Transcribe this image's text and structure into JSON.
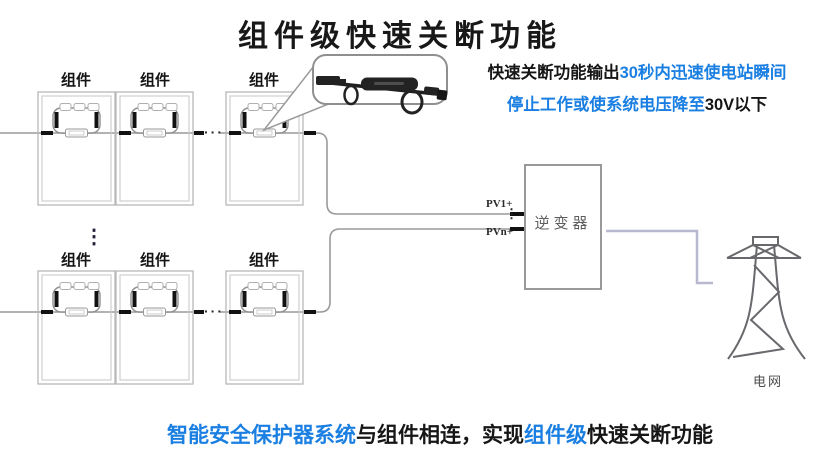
{
  "title": "组件级快速关断功能",
  "right_note": {
    "line1_black": "快速关断功能输出",
    "line1_blue": "30秒内迅速使电站瞬间",
    "line2_blue": "停止工作或使系统电压降至",
    "line2_black": "30V以下"
  },
  "bottom_note": {
    "part1_blue": "智能安全保护器系统",
    "part2_black": "与组件相连，实现",
    "part3_blue": "组件级",
    "part4_black": "快速关断功能"
  },
  "labels": {
    "module": "组件",
    "inverter": "逆变器",
    "grid": "电网",
    "pv1": "PV1+",
    "pvn": "PVn+"
  },
  "ellipsis": {
    "horizontal": "···",
    "vertical": "⋮"
  },
  "colors": {
    "accent_blue": "#1b7fe2",
    "text_black": "#161616",
    "wire_gray": "#9a9a9a",
    "module_border": "#b8b8b8",
    "inverter_border": "#8e8e8e",
    "inverter_text": "#5d5d5d",
    "grid_line_lavender": "#b8b8cf",
    "tower_gray": "#68686d"
  }
}
